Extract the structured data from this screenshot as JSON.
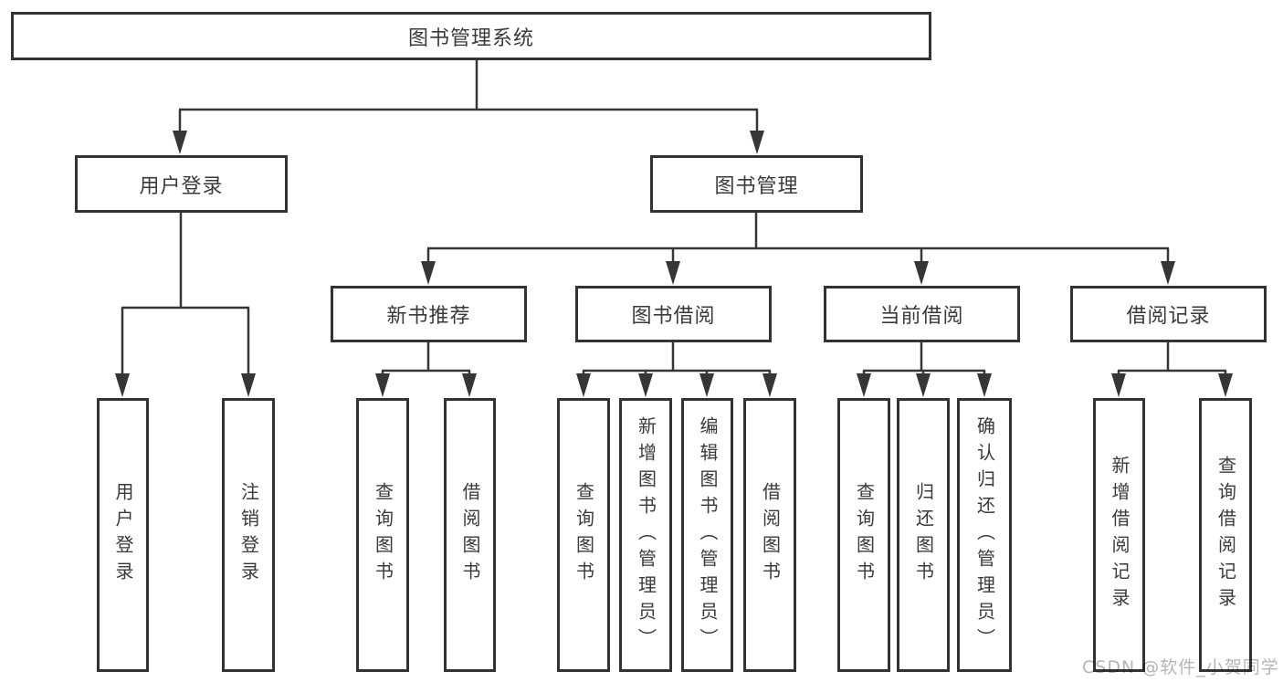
{
  "tree": {
    "root": {
      "label": "图书管理系统"
    },
    "branches": [
      {
        "label": "用户登录",
        "children": [
          {
            "label": "用户登录"
          },
          {
            "label": "注销登录"
          }
        ]
      },
      {
        "label": "图书管理",
        "children": [
          {
            "label": "新书推荐",
            "children": [
              {
                "label": "查询图书"
              },
              {
                "label": "借阅图书"
              }
            ]
          },
          {
            "label": "图书借阅",
            "children": [
              {
                "label": "查询图书"
              },
              {
                "label": "新增图书（管理员）"
              },
              {
                "label": "编辑图书（管理员）"
              },
              {
                "label": "借阅图书"
              }
            ]
          },
          {
            "label": "当前借阅",
            "children": [
              {
                "label": "查询图书"
              },
              {
                "label": "归还图书"
              },
              {
                "label": "确认归还（管理员）"
              }
            ]
          },
          {
            "label": "借阅记录",
            "children": [
              {
                "label": "新增借阅记录"
              },
              {
                "label": "查询借阅记录"
              }
            ]
          }
        ]
      }
    ]
  },
  "colors": {
    "line": "#363636",
    "border": "#333333",
    "text": "#3a3a3a",
    "watermark": "#b5b5b5"
  },
  "watermark": "CSDN @软件_小贺同学"
}
